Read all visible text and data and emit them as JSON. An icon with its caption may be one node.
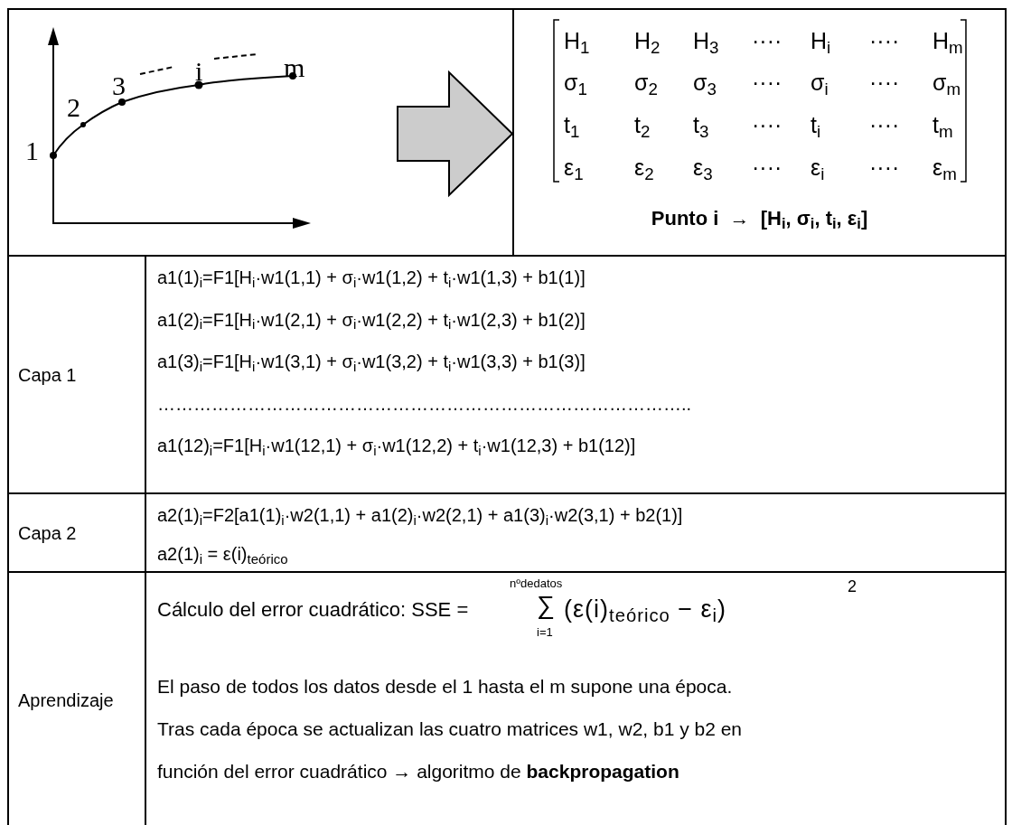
{
  "diagram": {
    "nodes": [
      {
        "text": [],
        "shape": "box"
      },
      {
        "text": [],
        "shape": "picture",
        "in": 0
      },
      {
        "text": [
          "Punto i  →  [H$_{i}$, σ$_{i}$, t$_{i}$, ε$_{i}$]"
        ]
      },
      {
        "text": [
          "Capa 1"
        ]
      },
      {
        "text": [
          "a1(1)$_{i}$=F1[H$_{i}$·w1(1,1) + σ$_{i}$·w1(1,2) + t$_{i}$·w1(1,3) + b1(1)]",
          "a1(2)$_{i}$=F1[H$_{i}$·w1(2,1) + σ$_{i}$·w1(2,2) + t$_{i}$·w1(2,3) + b1(2)]",
          "a1(3)$_{i}$=F1[H$_{i}$·w1(3,1) + σ$_{i}$·w1(3,2) + t$_{i}$·w1(3,3) + b1(3)]",
          "……………………………………………………………………………..",
          "a1(12)$_{i}$=F1[H$_{i}$·w1(12,1) + σ$_{i}$·w1(12,2) + t$_{i}$·w1(12,3) + b1(12)]"
        ]
      },
      {
        "text": [
          "Capa 2"
        ]
      },
      {
        "text": [
          "a2(1)$_{i}$=F2[a1(1)$_{i}$·w2(1,1) + a1(2)$_{i}$·w2(2,1) + a1(3)$_{i}$·w2(3,1) + b2(1)]",
          "a2(1)$_{i}$ = ε(i)$_{teórico}$"
        ]
      },
      {
        "text": [
          "Aprendizaje"
        ]
      },
      {
        "text": [
          "Cálculo del error cuadrático: SSE =",
          "nºdedatos",
          "∑",
          "i=1",
          "(ε(i)$_{teórico}$ − ε$_{i}$)",
          "2",
          "El paso de todos los datos desde el 1 hasta el m supone una época.",
          "Tras cada época se actualizan las cuatro matrices w1, w2, b1 y b2 en",
          "función del error cuadrático → algoritmo de **backpropagation**"
        ]
      }
    ],
    "edges": [
      {
        "from": 1,
        "to": 2,
        "arrow": "to"
      }
    ],
    "labels": [
      "1",
      "2",
      "3",
      "i",
      "m",
      "H$_{1}$",
      "H$_{2}$",
      "H$_{3}$",
      "····",
      "H$_{i}$",
      "····",
      "H$_{m}$",
      "σ$_{1}$",
      "σ$_{2}$",
      "σ$_{3}$",
      "····",
      "σ$_{i}$",
      "····",
      "σ$_{m}$",
      "t$_{1}$",
      "t$_{2}$",
      "t$_{3}$",
      "····",
      "t$_{i}$",
      "····",
      "t$_{m}$",
      "ε$_{1}$",
      "ε$_{2}$",
      "ε$_{3}$",
      "····",
      "ε$_{i}$",
      "····",
      "ε$_{m}$"
    ]
  }
}
